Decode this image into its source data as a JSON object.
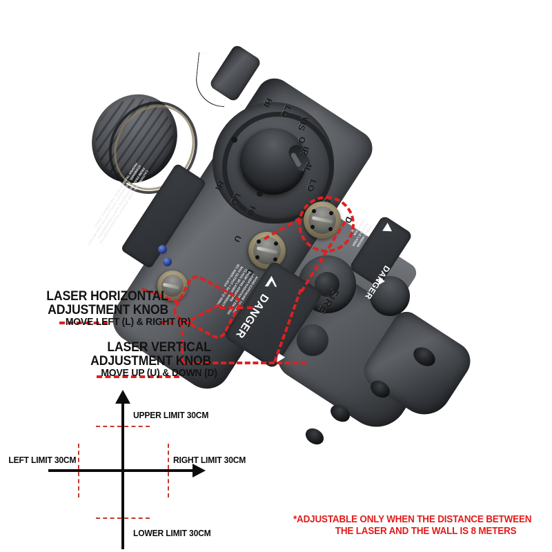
{
  "meta": {
    "subject": "Laser aiming device (PEQ-style) adjustment instruction diagram",
    "background_color": "#ffffff",
    "accent_red": "#e21b1b",
    "callout_red": "#e02020",
    "diagram_red": "#c0392b",
    "text_black": "#121212"
  },
  "callouts": {
    "horizontal": {
      "title_line1": "LASER HORIZONTAL",
      "title_line2": "ADJUSTMENT KNOB",
      "subtitle": "MOVE LEFT (L) & RIGHT (R)"
    },
    "vertical": {
      "title_line1": "LASER VERTICAL",
      "title_line2": "ADJUSTMENT KNOB",
      "subtitle": "MOVE UP (U) & DOWN (D)"
    }
  },
  "diagram": {
    "upper_limit": "UPPER LIMIT 30CM",
    "lower_limit": "LOWER LIMIT 30CM",
    "left_limit": "LEFT LIMIT 30CM",
    "right_limit": "RIGHT LIMIT 30CM"
  },
  "footnote": {
    "line1": "*ADJUSTABLE ONLY WHEN THE DISTANCE BETWEEN",
    "line2": "THE LASER AND THE WALL IS 8 METERS"
  },
  "device": {
    "dial_marks": [
      "HI",
      "LO",
      "HI",
      "LO",
      "VIS",
      "O",
      "IR",
      "4L",
      "HI",
      "LO",
      "U",
      "D",
      "U",
      "D"
    ],
    "fire_label": "FIRE",
    "danger_label": "DANGER",
    "danger_side_label": "DANGER",
    "caution_text": "CAUTION: THIS LASER PRODUCT HAS BEEN EXEMPTED FROM FDA/CDRH RADIATION SAFETY PERFORMANCE STANDARD. THIS PRODUCT SHOULD NOT BE USED WITHOUT PROPER TRAINING OR BY THE GENERAL PUBLIC.",
    "danger_block_text": "AVOID EXPOSURE TO BEAM\nLASER RADIATION IS EMITTED\nFROM THIS APERTURE\nCLASS 3R LASER PRODUCT\nMAX OUTPUT < 5mW @ 635nm\nIEC 60825-1:2014",
    "danger_side_text": "VISIBLE AND/OR\nINVISIBLE LASER\nRADIATION\nCLASS 3R"
  }
}
